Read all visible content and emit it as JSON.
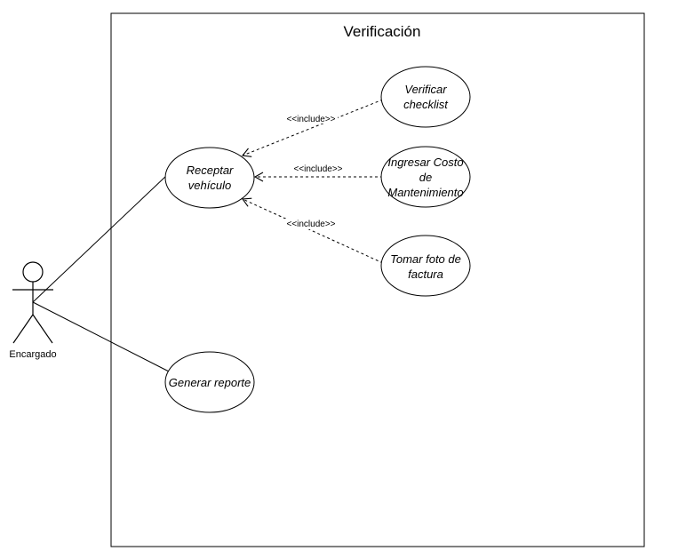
{
  "system": {
    "title": "Verificación"
  },
  "actor": {
    "name": "Encargado"
  },
  "use_cases": {
    "receptar": {
      "line1": "Receptar",
      "line2": "vehículo"
    },
    "verificar": {
      "line1": "Verificar",
      "line2": "checklist"
    },
    "ingresar": {
      "line1": "Ingresar Costo",
      "line2": "de",
      "line3": "Mantenimiento"
    },
    "tomar": {
      "line1": "Tomar foto de",
      "line2": "factura"
    },
    "generar": {
      "line1": "Generar reporte"
    }
  },
  "relations": {
    "include_verificar": "<<include>>",
    "include_ingresar": "<<include>>",
    "include_tomar": "<<include>>"
  },
  "colors": {
    "stroke": "#000000",
    "fill": "#ffffff"
  }
}
